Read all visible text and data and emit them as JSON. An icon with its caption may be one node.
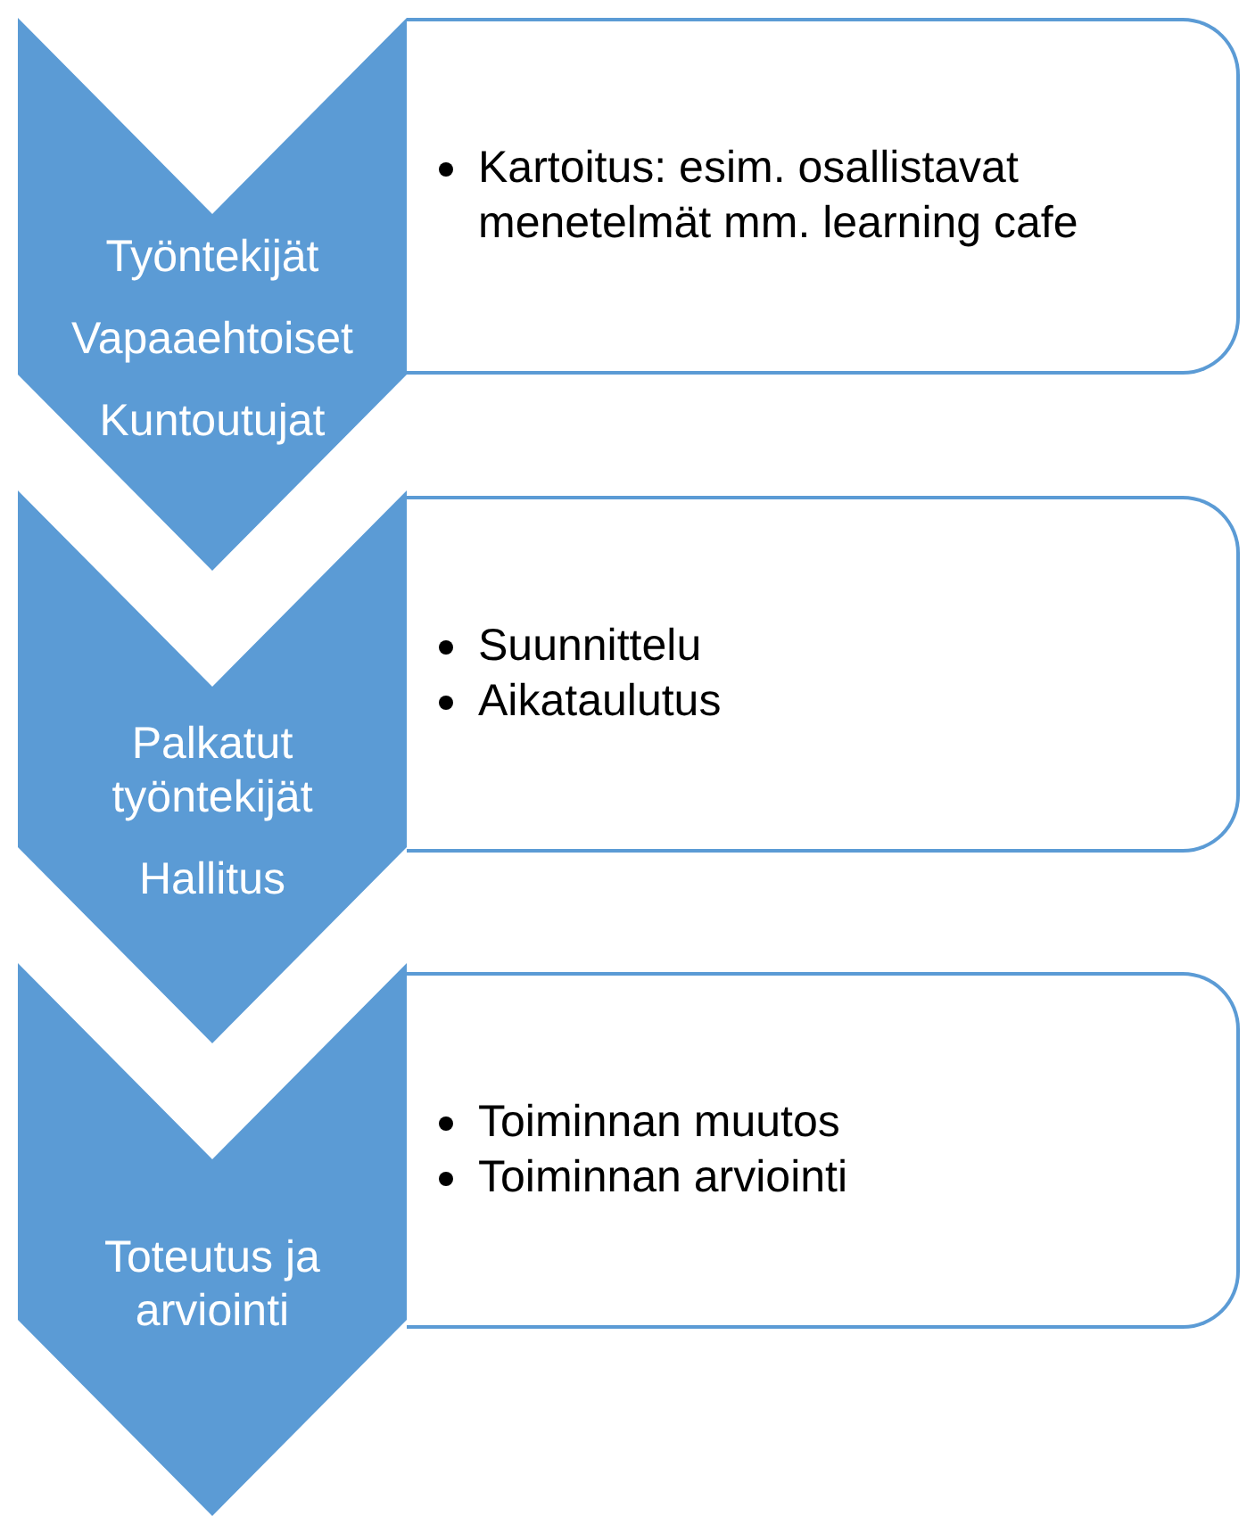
{
  "diagram": {
    "nodes": [
      {
        "text": [
          "Työntekijät",
          "Vapaaehtoiset",
          "Kuntoutujat"
        ]
      },
      {
        "text": [
          "Kartoitus: esim. osallistavat menetelmät mm. learning cafe"
        ]
      },
      {
        "text": [
          "Palkatut työntekijät",
          "Hallitus"
        ]
      },
      {
        "text": [
          "Suunnittelu",
          "Aikataulutus"
        ]
      },
      {
        "text": [
          "Toteutus ja arviointi"
        ]
      },
      {
        "text": [
          "Toiminnan muutos",
          "Toiminnan arviointi"
        ]
      }
    ]
  }
}
